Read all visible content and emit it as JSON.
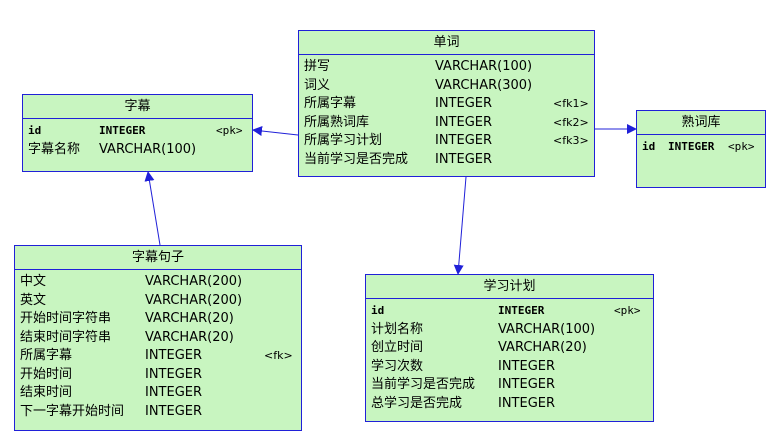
{
  "entities": {
    "word": {
      "title": "单词",
      "rows": [
        {
          "name": "拼写",
          "type": "VARCHAR(100)",
          "key": ""
        },
        {
          "name": "词义",
          "type": "VARCHAR(300)",
          "key": ""
        },
        {
          "name": "所属字幕",
          "type": "INTEGER",
          "key": "<fk1>"
        },
        {
          "name": "所属熟词库",
          "type": "INTEGER",
          "key": "<fk2>"
        },
        {
          "name": "所属学习计划",
          "type": "INTEGER",
          "key": "<fk3>"
        },
        {
          "name": "当前学习是否完成",
          "type": "INTEGER",
          "key": ""
        }
      ]
    },
    "subtitle": {
      "title": "字幕",
      "rows": [
        {
          "name": "id",
          "type": "INTEGER",
          "key": "<pk>"
        },
        {
          "name": "字幕名称",
          "type": "VARCHAR(100)",
          "key": ""
        }
      ]
    },
    "known_words": {
      "title": "熟词库",
      "rows": [
        {
          "name": "id",
          "type": "INTEGER",
          "key": "<pk>"
        }
      ]
    },
    "subtitle_sentence": {
      "title": "字幕句子",
      "rows": [
        {
          "name": "中文",
          "type": "VARCHAR(200)",
          "key": ""
        },
        {
          "name": "英文",
          "type": "VARCHAR(200)",
          "key": ""
        },
        {
          "name": "开始时间字符串",
          "type": "VARCHAR(20)",
          "key": ""
        },
        {
          "name": "结束时间字符串",
          "type": "VARCHAR(20)",
          "key": ""
        },
        {
          "name": "所属字幕",
          "type": "INTEGER",
          "key": "<fk>"
        },
        {
          "name": "开始时间",
          "type": "INTEGER",
          "key": ""
        },
        {
          "name": "结束时间",
          "type": "INTEGER",
          "key": ""
        },
        {
          "name": "下一字幕开始时间",
          "type": "INTEGER",
          "key": ""
        }
      ]
    },
    "study_plan": {
      "title": "学习计划",
      "rows": [
        {
          "name": "id",
          "type": "INTEGER",
          "key": "<pk>"
        },
        {
          "name": "计划名称",
          "type": "VARCHAR(100)",
          "key": ""
        },
        {
          "name": "创立时间",
          "type": "VARCHAR(20)",
          "key": ""
        },
        {
          "name": "学习次数",
          "type": "INTEGER",
          "key": ""
        },
        {
          "name": "当前学习是否完成",
          "type": "INTEGER",
          "key": ""
        },
        {
          "name": "总学习是否完成",
          "type": "INTEGER",
          "key": ""
        }
      ]
    }
  },
  "relationships": [
    {
      "from": "word",
      "to": "subtitle"
    },
    {
      "from": "word",
      "to": "known_words"
    },
    {
      "from": "word",
      "to": "study_plan"
    },
    {
      "from": "subtitle_sentence",
      "to": "subtitle"
    }
  ],
  "colors": {
    "entity_fill": "#c8f5c0",
    "border": "#2020d8",
    "arrow": "#2020d8"
  }
}
